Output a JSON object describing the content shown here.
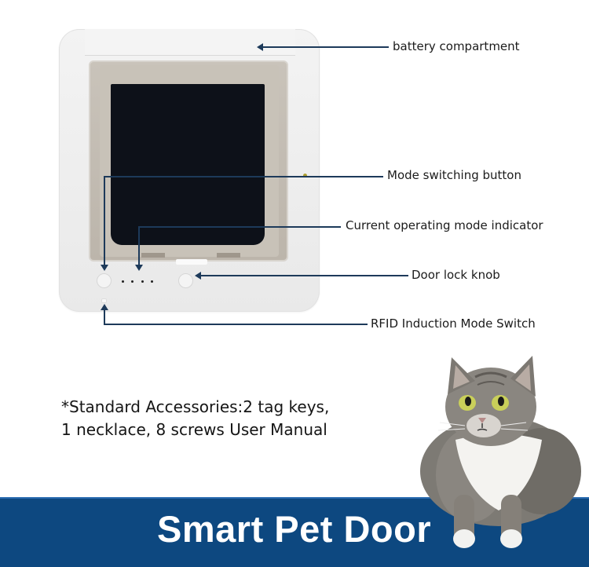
{
  "product": {
    "name": "Smart Pet Door"
  },
  "callouts": [
    {
      "id": "battery",
      "label": "battery compartment"
    },
    {
      "id": "mode-button",
      "label": "Mode switching button"
    },
    {
      "id": "mode-indicator",
      "label": "Current operating mode indicator"
    },
    {
      "id": "lock-knob",
      "label": "Door lock knob"
    },
    {
      "id": "rfid-switch",
      "label": "RFID Induction Mode Switch"
    }
  ],
  "accessories": {
    "line1": "*Standard Accessories:2 tag keys,",
    "line2": "1 necklace, 8 screws User Manual"
  },
  "banner": {
    "title": "Smart Pet Door",
    "background_color": "#0d4880",
    "text_color": "#ffffff"
  },
  "colors": {
    "callout_line": "#1d3a5a",
    "frame": "#efefef",
    "flap": "#0d1119"
  },
  "illustration": {
    "device": "pet-door-icon",
    "mascot": "cat-image"
  }
}
